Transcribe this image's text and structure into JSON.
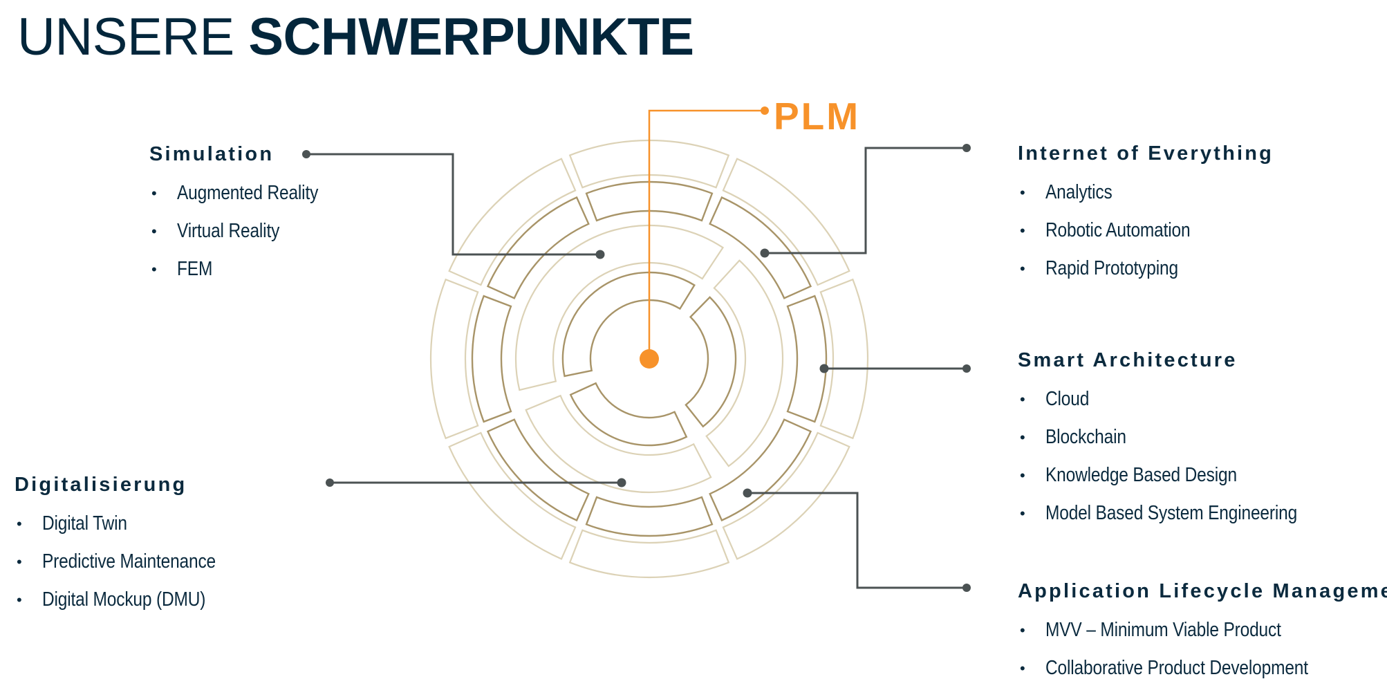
{
  "title": {
    "light": "UNSERE",
    "bold": "SCHWERPUNKTE"
  },
  "center": {
    "label": "PLM",
    "color": "#F7922A"
  },
  "colors": {
    "text": "#0B2A3E",
    "connector": "#4B5253",
    "ring_light": "#DCD2B6",
    "ring_gold": "#A89468",
    "accent": "#F7922A"
  },
  "groups": {
    "simulation": {
      "heading": "Simulation",
      "items": [
        "Augmented Reality",
        "Virtual Reality",
        "FEM"
      ]
    },
    "digitalisierung": {
      "heading": "Digitalisierung",
      "items": [
        "Digital Twin",
        "Predictive Maintenance",
        "Digital Mockup (DMU)"
      ]
    },
    "internet_of_everything": {
      "heading": "Internet of Everything",
      "items": [
        "Analytics",
        "Robotic Automation",
        "Rapid Prototyping"
      ]
    },
    "smart_architecture": {
      "heading": "Smart Architecture",
      "items": [
        "Cloud",
        "Blockchain",
        "Knowledge Based Design",
        "Model Based System Engineering"
      ]
    },
    "application_lifecycle_management": {
      "heading": "Application Lifecycle Management",
      "items": [
        "MVV – Minimum Viable Product",
        "Collaborative Product Development"
      ]
    }
  },
  "bullet_icon": "•"
}
